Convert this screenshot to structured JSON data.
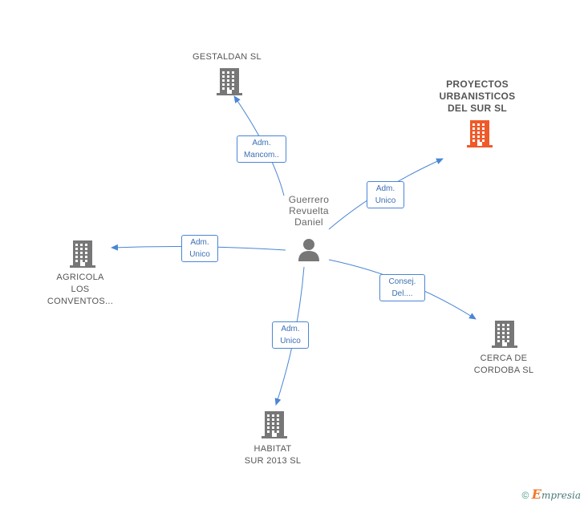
{
  "colors": {
    "edge": "#4a86d4",
    "node": "#777777",
    "highlight": "#f05a2a"
  },
  "center": {
    "lines": [
      "Guerrero",
      "Revuelta",
      "Daniel"
    ],
    "icon": "person-icon"
  },
  "nodes": [
    {
      "id": "gestaldan",
      "lines": [
        "GESTALDAN SL"
      ],
      "highlight": false
    },
    {
      "id": "proyectos",
      "lines": [
        "PROYECTOS",
        "URBANISTICOS",
        "DEL SUR SL"
      ],
      "highlight": true
    },
    {
      "id": "agricola",
      "lines": [
        "AGRICOLA",
        "LOS",
        "CONVENTOS..."
      ],
      "highlight": false
    },
    {
      "id": "cerca",
      "lines": [
        "CERCA DE",
        "CORDOBA SL"
      ],
      "highlight": false
    },
    {
      "id": "habitat",
      "lines": [
        "HABITAT",
        "SUR 2013 SL"
      ],
      "highlight": false
    }
  ],
  "edges": [
    {
      "to": "gestaldan",
      "label": [
        "Adm.",
        "Mancom.."
      ]
    },
    {
      "to": "proyectos",
      "label": [
        "Adm.",
        "Unico"
      ]
    },
    {
      "to": "agricola",
      "label": [
        "Adm.",
        "Unico"
      ]
    },
    {
      "to": "cerca",
      "label": [
        "Consej.",
        "Del...."
      ]
    },
    {
      "to": "habitat",
      "label": [
        "Adm.",
        "Unico"
      ]
    }
  ],
  "footer": {
    "copyright": "©",
    "brand_first": "E",
    "brand_rest": "mpresia"
  }
}
